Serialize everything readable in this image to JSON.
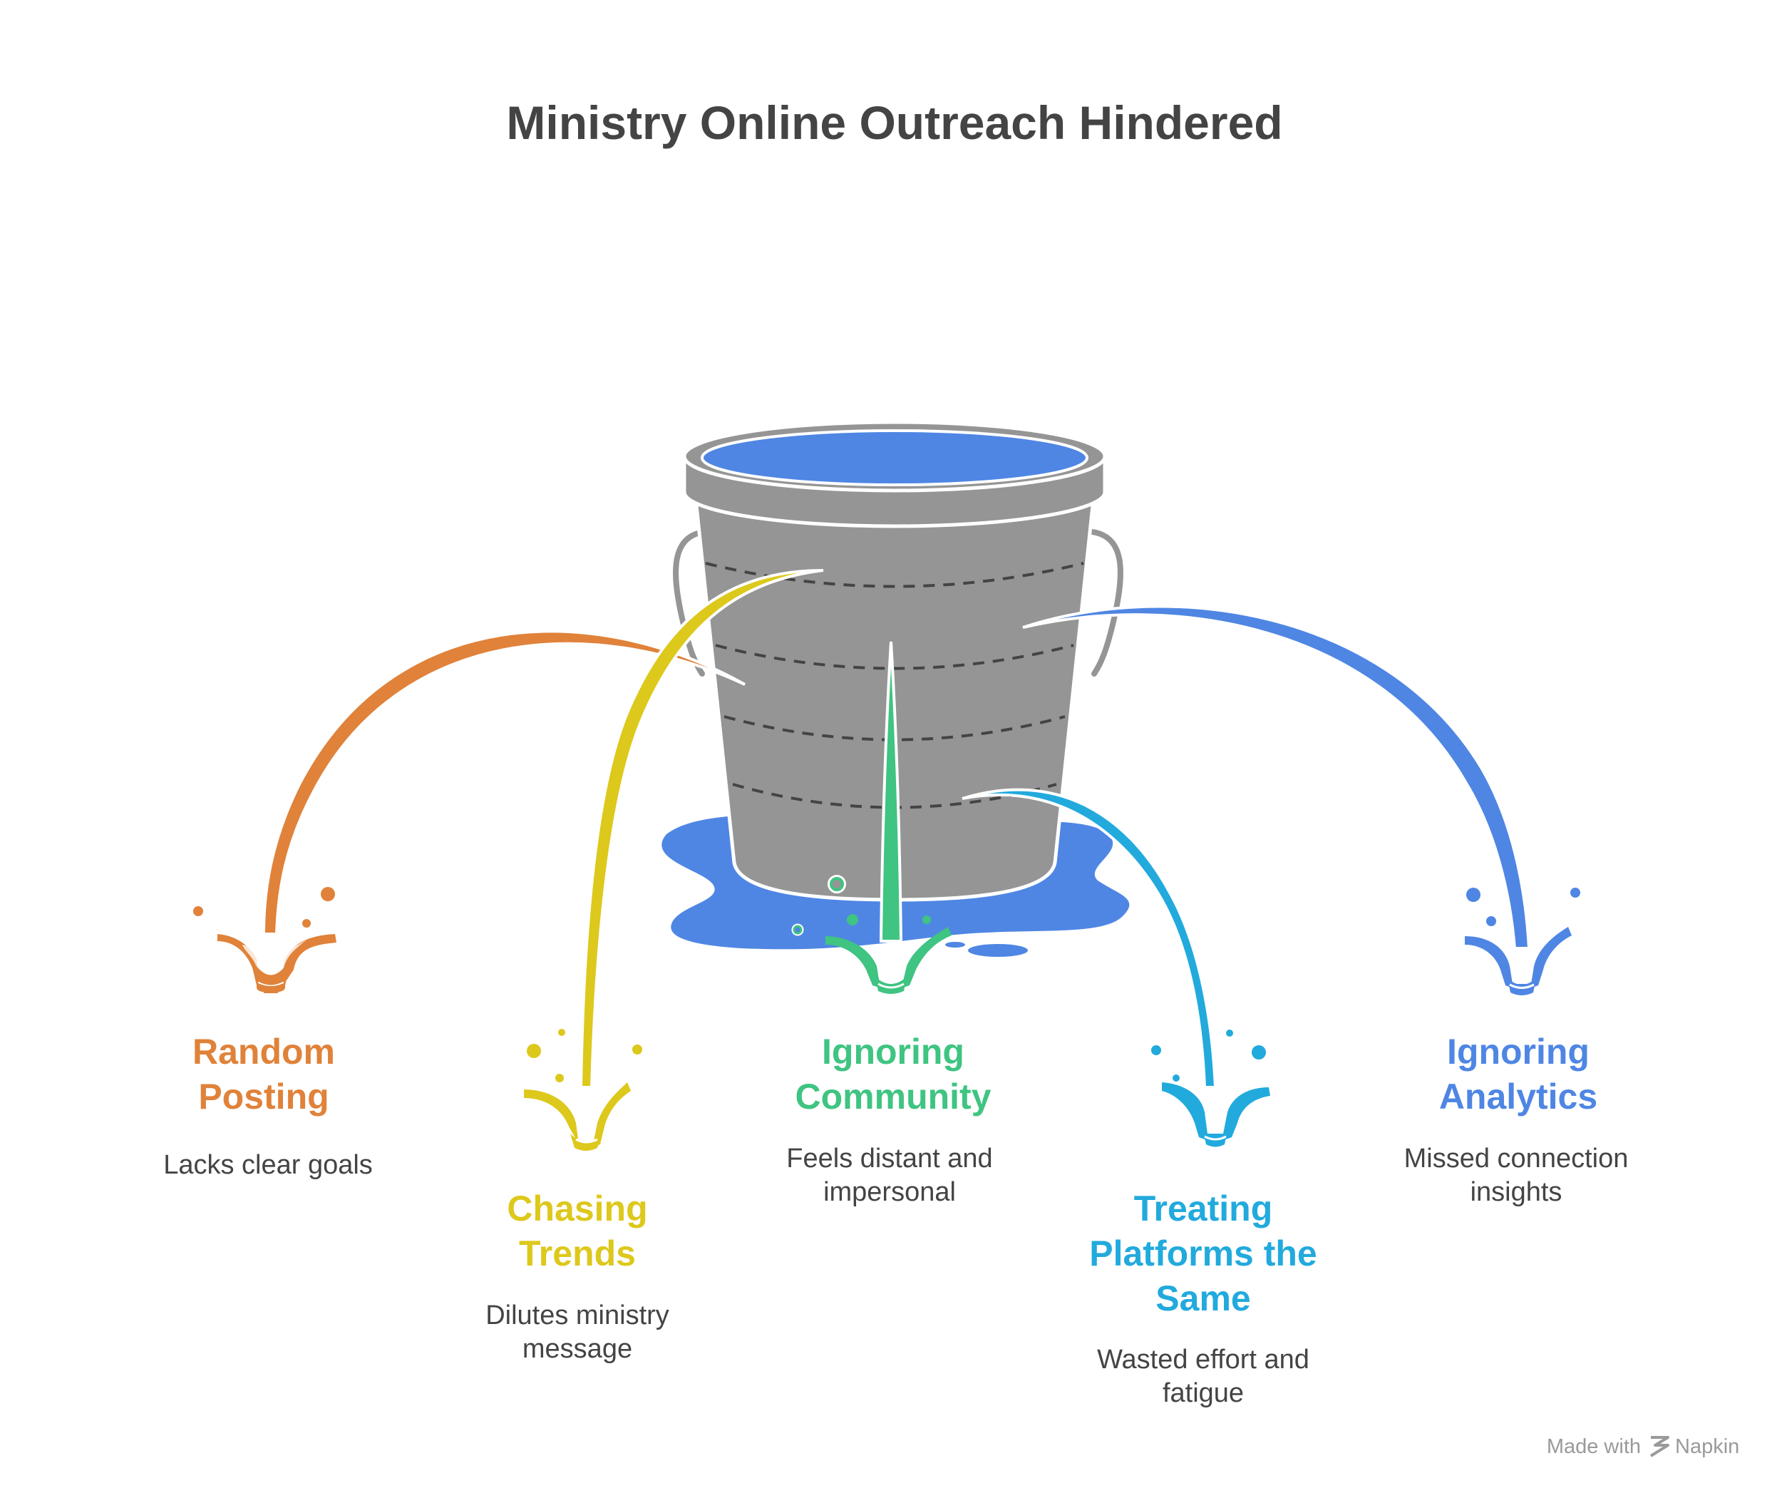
{
  "title": "Ministry Online Outreach Hindered",
  "leaks": [
    {
      "title_lines": [
        "Random",
        "Posting"
      ],
      "desc_lines": [
        "Lacks clear goals"
      ],
      "color": "#E0823A"
    },
    {
      "title_lines": [
        "Chasing",
        "Trends"
      ],
      "desc_lines": [
        "Dilutes ministry",
        "message"
      ],
      "color": "#DDC81C"
    },
    {
      "title_lines": [
        "Ignoring",
        "Community"
      ],
      "desc_lines": [
        "Feels distant and",
        "impersonal"
      ],
      "color": "#3FC481"
    },
    {
      "title_lines": [
        "Treating",
        "Platforms the",
        "Same"
      ],
      "desc_lines": [
        "Wasted effort and",
        "fatigue"
      ],
      "color": "#22AADD"
    },
    {
      "title_lines": [
        "Ignoring",
        "Analytics"
      ],
      "desc_lines": [
        "Missed connection",
        "insights"
      ],
      "color": "#4F86E4"
    }
  ],
  "bucket": {
    "body_color": "#959595",
    "water_color": "#4F86E4",
    "icon": "leaking-bucket-icon"
  },
  "watermark": {
    "made_with": "Made with",
    "brand": "Napkin",
    "icon": "napkin-logo-icon"
  }
}
